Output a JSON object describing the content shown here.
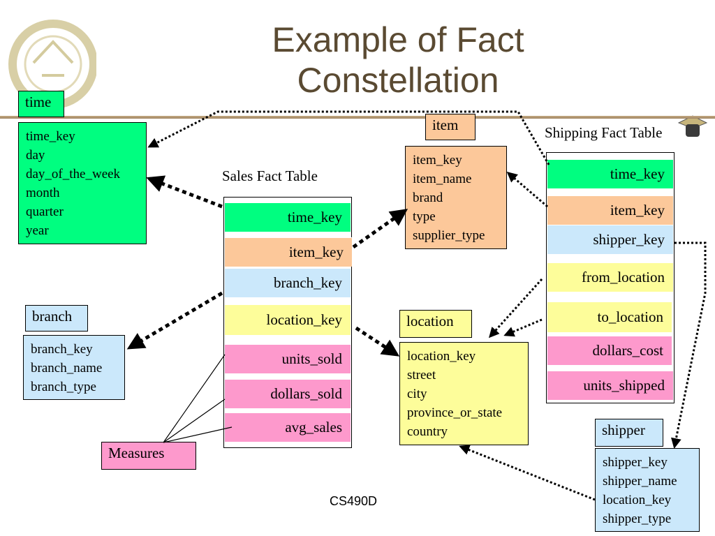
{
  "slide": {
    "title_line1": "Example of Fact",
    "title_line2": "Constellation",
    "footer": "CS490D",
    "logo_icon": "university-seal-icon",
    "mascot_icon": "mascot-icon"
  },
  "dimensions": {
    "time": {
      "name": "time",
      "fields": [
        "time_key",
        "day",
        "day_of_the_week",
        "month",
        "quarter",
        "year"
      ]
    },
    "item": {
      "name": "item",
      "fields": [
        "item_key",
        "item_name",
        "brand",
        "type",
        "supplier_type"
      ]
    },
    "branch": {
      "name": "branch",
      "fields": [
        "branch_key",
        "branch_name",
        "branch_type"
      ]
    },
    "location": {
      "name": "location",
      "fields": [
        "location_key",
        "street",
        "city",
        "province_or_state",
        "country"
      ]
    },
    "shipper": {
      "name": "shipper",
      "fields": [
        "shipper_key",
        "shipper_name",
        "location_key",
        "shipper_type"
      ]
    }
  },
  "sales_fact": {
    "title": "Sales Fact Table",
    "keys": [
      "time_key",
      "item_key",
      "branch_key",
      "location_key"
    ],
    "measures": [
      "units_sold",
      "dollars_sold",
      "avg_sales"
    ]
  },
  "shipping_fact": {
    "title": "Shipping Fact Table",
    "keys": [
      "time_key",
      "item_key",
      "shipper_key",
      "from_location",
      "to_location"
    ],
    "measures": [
      "dollars_cost",
      "units_shipped"
    ]
  },
  "measures_label": "Measures",
  "colors": {
    "title": "#5a4a32",
    "time": "#00fe80",
    "item": "#fcc89a",
    "branch": "#cbe8fb",
    "location": "#fdfd9a",
    "measure": "#fd99cc",
    "rule": "#b39872"
  }
}
